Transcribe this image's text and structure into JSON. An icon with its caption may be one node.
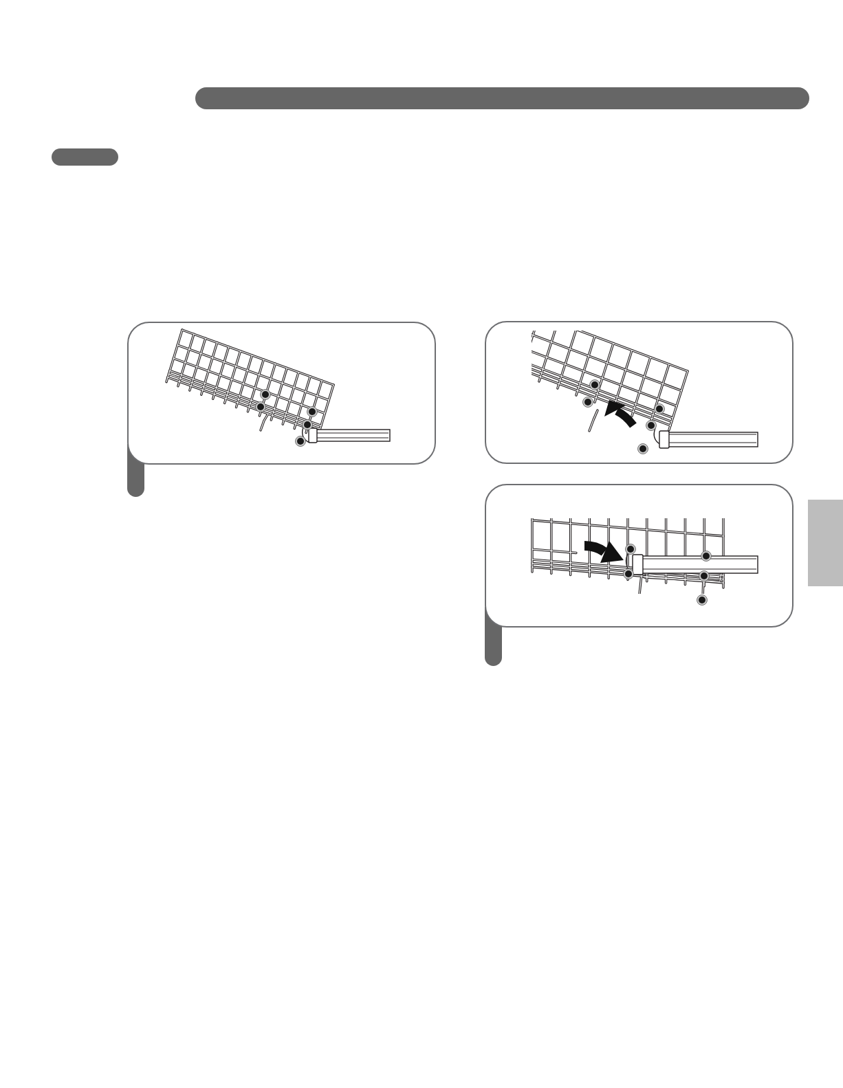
{
  "diagram": {
    "nodes": [
      {
        "text": [],
        "shape": "bar"
      },
      {
        "text": [],
        "shape": "bar"
      },
      {
        "text": [],
        "shape": "picture"
      },
      {
        "text": [],
        "shape": "bar"
      },
      {
        "text": [],
        "shape": "picture"
      },
      {
        "text": [],
        "shape": "picture"
      },
      {
        "text": [],
        "shape": "bar"
      },
      {
        "text": [],
        "shape": "bar"
      }
    ]
  }
}
